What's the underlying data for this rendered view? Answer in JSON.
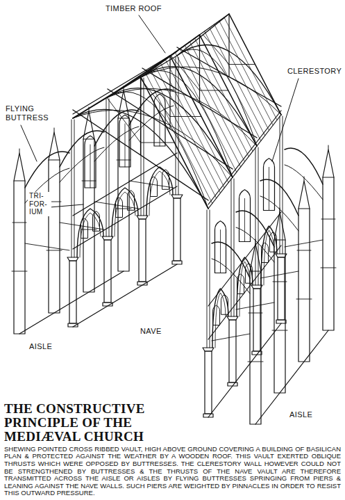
{
  "diagram": {
    "title": "THE CONSTRUCTIVE PRINCIPLE OF THE MEDIÆVAL CHURCH",
    "caption": "SHEWING POINTED CROSS RIBBED VAULT, HIGH ABOVE GROUND COVERING A BUILDING OF BASILICAN PLAN & PROTECTED AGAINST THE WEATHER BY A WOODEN ROOF. THIS VAULT EXERTED OBLIQUE THRUSTS WHICH WERE OPPOSED BY BUTTRESSES. THE CLERESTORY WALL HOWEVER COULD NOT BE STRENGTHENED BY BUTTRESSES & THE THRUSTS OF THE NAVE VAULT ARE THEREFORE TRANSMITTED ACROSS THE AISLE OR AISLES BY FLYING BUTTRESSES SPRINGING FROM PIERS & LEANING AGAINST THE NAVE WALLS. SUCH PIERS ARE WEIGHTED BY PINNACLES IN ORDER TO RESIST THIS OUTWARD PRESSURE.",
    "labels": [
      "TIMBER ROOF",
      "FLYING BUTTRESS",
      "CLERESTORY",
      "TRI- FOR- IUM",
      "AISLE",
      "NAVE",
      "AISLE"
    ]
  }
}
